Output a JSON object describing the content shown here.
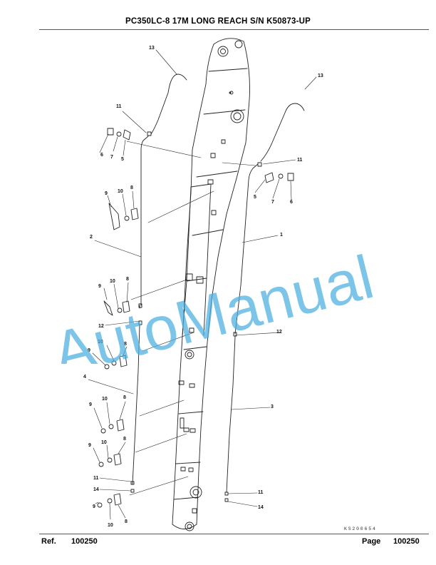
{
  "page": {
    "title": "PC350LC-8 17M LONG REACH S/N K50873-UP",
    "drawing_id": "KS200654",
    "watermark": "AutoManual"
  },
  "footer": {
    "ref_label": "Ref.",
    "ref_value": "100250",
    "page_label": "Page",
    "page_value": "100250"
  },
  "callouts": [
    {
      "id": "c13a",
      "text": "13"
    },
    {
      "id": "c13b",
      "text": "13"
    },
    {
      "id": "c11a",
      "text": "11"
    },
    {
      "id": "c11b",
      "text": "11"
    },
    {
      "id": "c6a",
      "text": "6"
    },
    {
      "id": "c7a",
      "text": "7"
    },
    {
      "id": "c5a",
      "text": "5"
    },
    {
      "id": "c5b",
      "text": "5"
    },
    {
      "id": "c7b",
      "text": "7"
    },
    {
      "id": "c6b",
      "text": "6"
    },
    {
      "id": "c8a",
      "text": "8"
    },
    {
      "id": "c9a",
      "text": "9"
    },
    {
      "id": "c10a",
      "text": "10"
    },
    {
      "id": "c2",
      "text": "2"
    },
    {
      "id": "c1",
      "text": "1"
    },
    {
      "id": "c10b",
      "text": "10"
    },
    {
      "id": "c8b",
      "text": "8"
    },
    {
      "id": "c9b",
      "text": "9"
    },
    {
      "id": "c12a",
      "text": "12"
    },
    {
      "id": "c12b",
      "text": "12"
    },
    {
      "id": "c10c",
      "text": "10"
    },
    {
      "id": "c9c",
      "text": "9"
    },
    {
      "id": "c8c",
      "text": "8"
    },
    {
      "id": "c4",
      "text": "4"
    },
    {
      "id": "c3",
      "text": "3"
    },
    {
      "id": "c10d",
      "text": "10"
    },
    {
      "id": "c8d",
      "text": "8"
    },
    {
      "id": "c9d",
      "text": "9"
    },
    {
      "id": "c10e",
      "text": "10"
    },
    {
      "id": "c8e",
      "text": "8"
    },
    {
      "id": "c9e",
      "text": "9"
    },
    {
      "id": "c11c",
      "text": "11"
    },
    {
      "id": "c14a",
      "text": "14"
    },
    {
      "id": "c11d",
      "text": "11"
    },
    {
      "id": "c14b",
      "text": "14"
    },
    {
      "id": "c9f",
      "text": "9"
    },
    {
      "id": "c10f",
      "text": "10"
    },
    {
      "id": "c8f",
      "text": "8"
    }
  ]
}
